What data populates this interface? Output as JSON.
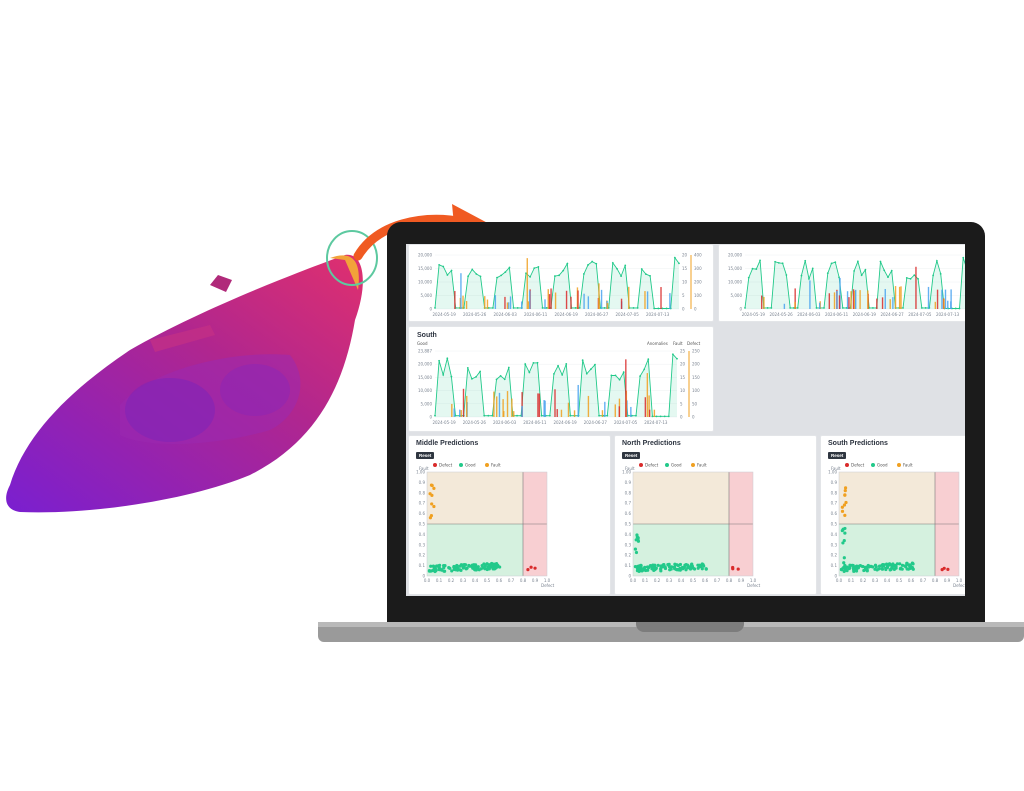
{
  "colors": {
    "good": "#22c98a",
    "anomalies": "#4aa3f0",
    "fault": "#f0a020",
    "defect": "#d92b2b",
    "arrow": "#f05a22",
    "headlight_start": "#7a1fd0",
    "headlight_end": "#e0306e",
    "highlight_ring": "#5dc9a0"
  },
  "icons": {
    "callout_arrow": "curved-arrow-icon",
    "highlight": "circle-highlight-icon"
  },
  "timeline_charts": [
    {
      "id": "top-left",
      "title": "",
      "left_ticks": [
        "20,000",
        "15,000",
        "10,000",
        "5,000",
        "0"
      ],
      "right_ticks_a": [
        "20",
        "15",
        "10",
        "5",
        "0"
      ],
      "right_ticks_b": [
        "400",
        "300",
        "200",
        "100",
        "0"
      ],
      "x_ticks": [
        "2024-05-19",
        "2024-05-26",
        "2024-06-03",
        "2024-06-11",
        "2024-06-19",
        "2024-06-27",
        "2024-07-05",
        "2024-07-13"
      ]
    },
    {
      "id": "top-right",
      "title": "",
      "left_ticks": [
        "20,000",
        "15,000",
        "10,000",
        "5,000",
        "0"
      ],
      "x_ticks": [
        "2024-05-19",
        "2024-05-26",
        "2024-06-03",
        "2024-06-11",
        "2024-06-19",
        "2024-06-27",
        "2024-07-05",
        "2024-07-13"
      ]
    },
    {
      "id": "south",
      "title": "South",
      "good_label": "Good",
      "legend": [
        "Anomalies",
        "Fault",
        "Defect"
      ],
      "left_ticks": [
        "23,887",
        "20,000",
        "15,000",
        "10,000",
        "5,000",
        "0"
      ],
      "right_ticks_a": [
        "25",
        "20",
        "15",
        "10",
        "5",
        "0"
      ],
      "right_ticks_b": [
        "250",
        "200",
        "150",
        "100",
        "50",
        "0"
      ],
      "x_ticks": [
        "2024-05-19",
        "2024-05-26",
        "2024-06-03",
        "2024-06-11",
        "2024-06-19",
        "2024-06-27",
        "2024-07-05",
        "2024-07-13"
      ]
    }
  ],
  "prediction_panels": [
    {
      "title": "Middle Predictions",
      "reset": "Reset",
      "legend": [
        "Defect",
        "Good",
        "Fault"
      ],
      "y_label": "Fault",
      "x_label": "Defect",
      "y_ticks": [
        "1.00",
        "0.9",
        "0.8",
        "0.7",
        "0.6",
        "0.5",
        "0.4",
        "0.3",
        "0.2",
        "0.1",
        "0"
      ],
      "x_ticks": [
        "0.0",
        "0.1",
        "0.2",
        "0.3",
        "0.4",
        "0.5",
        "0.6",
        "0.7",
        "0.8",
        "0.9",
        "1.0"
      ]
    },
    {
      "title": "North Predictions",
      "reset": "Reset",
      "legend": [
        "Defect",
        "Good",
        "Fault"
      ],
      "y_label": "Fault",
      "x_label": "Defect",
      "y_ticks": [
        "1.00",
        "0.9",
        "0.8",
        "0.7",
        "0.6",
        "0.5",
        "0.4",
        "0.3",
        "0.2",
        "0.1",
        "0"
      ],
      "x_ticks": [
        "0.0",
        "0.1",
        "0.2",
        "0.3",
        "0.4",
        "0.5",
        "0.6",
        "0.7",
        "0.8",
        "0.9",
        "1.0"
      ]
    },
    {
      "title": "South Predictions",
      "reset": "Reset",
      "legend": [
        "Defect",
        "Good",
        "Fault"
      ],
      "y_label": "Fault",
      "x_label": "Defect",
      "y_ticks": [
        "1.00",
        "0.9",
        "0.8",
        "0.7",
        "0.6",
        "0.5",
        "0.4",
        "0.3",
        "0.2",
        "0.1",
        "0"
      ],
      "x_ticks": [
        "0.0",
        "0.1",
        "0.2",
        "0.3",
        "0.4",
        "0.5",
        "0.6",
        "0.7",
        "0.8",
        "0.9",
        "1.0"
      ]
    }
  ]
}
